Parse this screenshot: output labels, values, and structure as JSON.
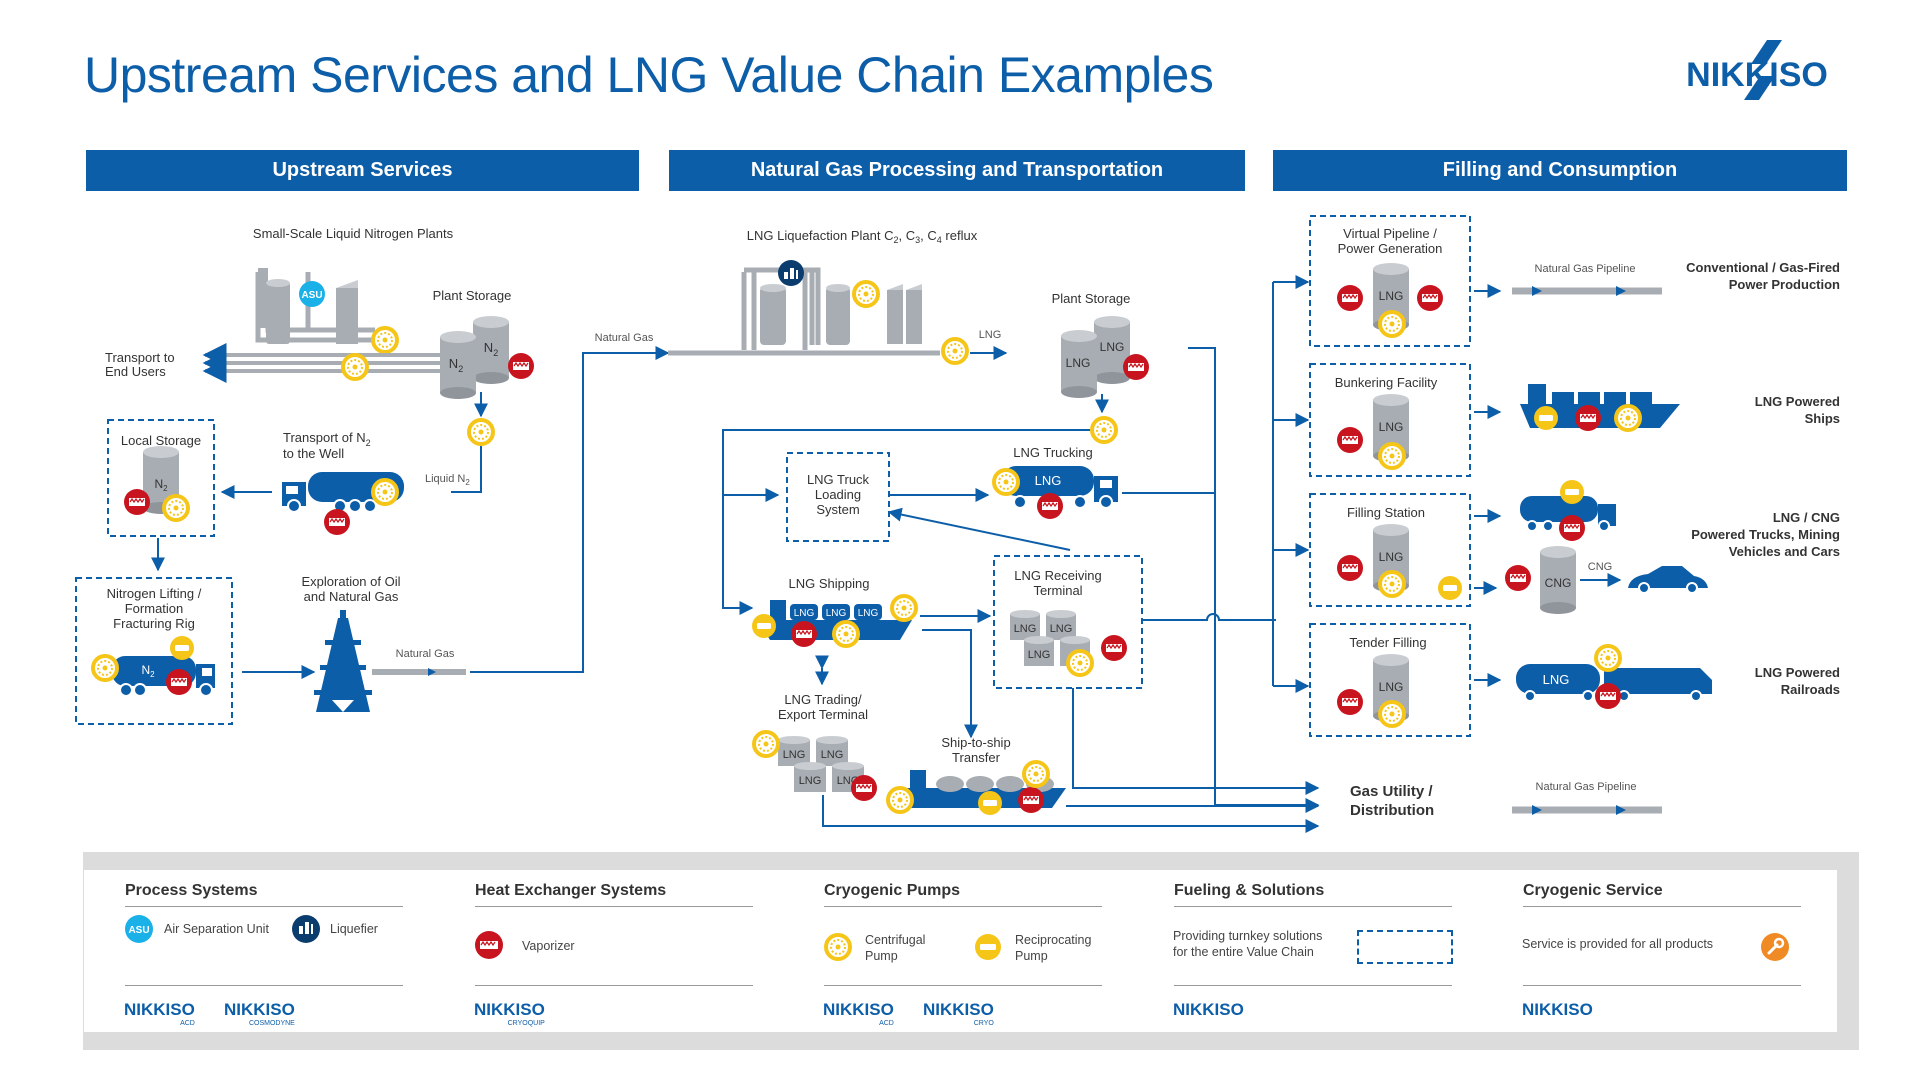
{
  "title": "Upstream Services and LNG Value Chain Examples",
  "brand": {
    "logo_text": "NIKKISO",
    "primary": "#0d5ea8",
    "pump_yellow": "#f5c518",
    "vaporizer_red": "#c8141e",
    "asu_cyan": "#1ab0e8",
    "service_orange": "#f08a24"
  },
  "sections": [
    {
      "label": "Upstream Services"
    },
    {
      "label": "Natural Gas Processing and Transportation"
    },
    {
      "label": "Filling and Consumption"
    }
  ],
  "upstream": {
    "n2_plants": "Small-Scale Liquid Nitrogen Plants",
    "asu": "ASU",
    "plant_storage": "Plant Storage",
    "transport_end_users_1": "Transport to",
    "transport_end_users_2": "End Users",
    "n2": "N",
    "local_storage": "Local Storage",
    "transport_n2_well_1": "Transport of N",
    "transport_n2_well_2": "to the Well",
    "liquid_n2": "Liquid N",
    "sub2": "2",
    "rig_1": "Nitrogen Lifting /",
    "rig_2": "Formation",
    "rig_3": "Fracturing Rig",
    "exploration_1": "Exploration of Oil",
    "exploration_2": "and Natural Gas",
    "natural_gas": "Natural Gas"
  },
  "processing": {
    "natural_gas": "Natural Gas",
    "liquefaction": "LNG Liquefaction Plant C",
    "c2": "2",
    "c3": "3",
    "c4": "4",
    "reflux": "reflux",
    "lng": "LNG",
    "plant_storage": "Plant Storage",
    "lng_trucking": "LNG Trucking",
    "truck_loading_1": "LNG Truck",
    "truck_loading_2": "Loading",
    "truck_loading_3": "System",
    "lng_shipping": "LNG Shipping",
    "receiving_1": "LNG Receiving",
    "receiving_2": "Terminal",
    "trading_1": "LNG Trading/",
    "trading_2": "Export Terminal",
    "sts_1": "Ship-to-ship",
    "sts_2": "Transfer"
  },
  "filling": {
    "virtual_1": "Virtual Pipeline /",
    "virtual_2": "Power Generation",
    "ng_pipeline": "Natural Gas Pipeline",
    "power_1": "Conventional / Gas-Fired",
    "power_2": "Power Production",
    "bunkering": "Bunkering Facility",
    "ships_1": "LNG Powered",
    "ships_2": "Ships",
    "filling_station": "Filling Station",
    "cng": "CNG",
    "trucks_1": "LNG / CNG",
    "trucks_2": "Powered Trucks, Mining",
    "trucks_3": "Vehicles and Cars",
    "tender": "Tender Filling",
    "rail_1": "LNG Powered",
    "rail_2": "Railroads",
    "utility_1": "Gas Utility /",
    "utility_2": "Distribution",
    "lng": "LNG"
  },
  "legend": {
    "process": {
      "title": "Process Systems",
      "asu_label": "Air Separation Unit",
      "asu": "ASU",
      "liquefier": "Liquefier",
      "logos": [
        "NIKKISO",
        "NIKKISO"
      ],
      "subs": [
        "ACD",
        "COSMODYNE"
      ]
    },
    "heat": {
      "title": "Heat Exchanger Systems",
      "vaporizer": "Vaporizer",
      "logos": [
        "NIKKISO"
      ],
      "subs": [
        "CRYOQUIP"
      ]
    },
    "pumps": {
      "title": "Cryogenic Pumps",
      "centrifugal_1": "Centrifugal",
      "centrifugal_2": "Pump",
      "reciprocating_1": "Reciprocating",
      "reciprocating_2": "Pump",
      "logos": [
        "NIKKISO",
        "NIKKISO"
      ],
      "subs": [
        "ACD",
        "CRYO"
      ]
    },
    "fueling": {
      "title": "Fueling & Solutions",
      "text_1": "Providing turnkey solutions",
      "text_2": "for the entire Value Chain",
      "logos": [
        "NIKKISO"
      ]
    },
    "service": {
      "title": "Cryogenic Service",
      "text": "Service is provided for all products",
      "logos": [
        "NIKKISO"
      ]
    }
  }
}
